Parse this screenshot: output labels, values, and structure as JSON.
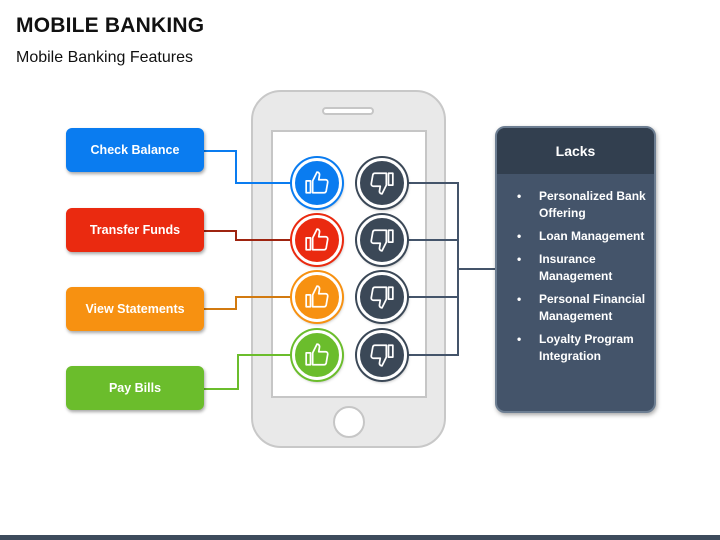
{
  "header": {
    "title": "MOBILE BANKING",
    "subtitle": "Mobile Banking Features"
  },
  "features": [
    {
      "label": "Check Balance",
      "color": "#0a7cf0"
    },
    {
      "label": "Transfer Funds",
      "color": "#ea2a10"
    },
    {
      "label": "View Statements",
      "color": "#f79111"
    },
    {
      "label": "Pay Bills",
      "color": "#6bbd2c"
    }
  ],
  "thumbs": {
    "up_icon": "thumbs-up-icon",
    "down_icon": "thumbs-down-icon",
    "down_color": "#3b4857"
  },
  "lacks": {
    "title": "Lacks",
    "items": [
      "Personalized Bank Offering",
      "Loan Management",
      "Insurance Management",
      "Personal Financial Management",
      "Loyalty Program Integration"
    ]
  }
}
